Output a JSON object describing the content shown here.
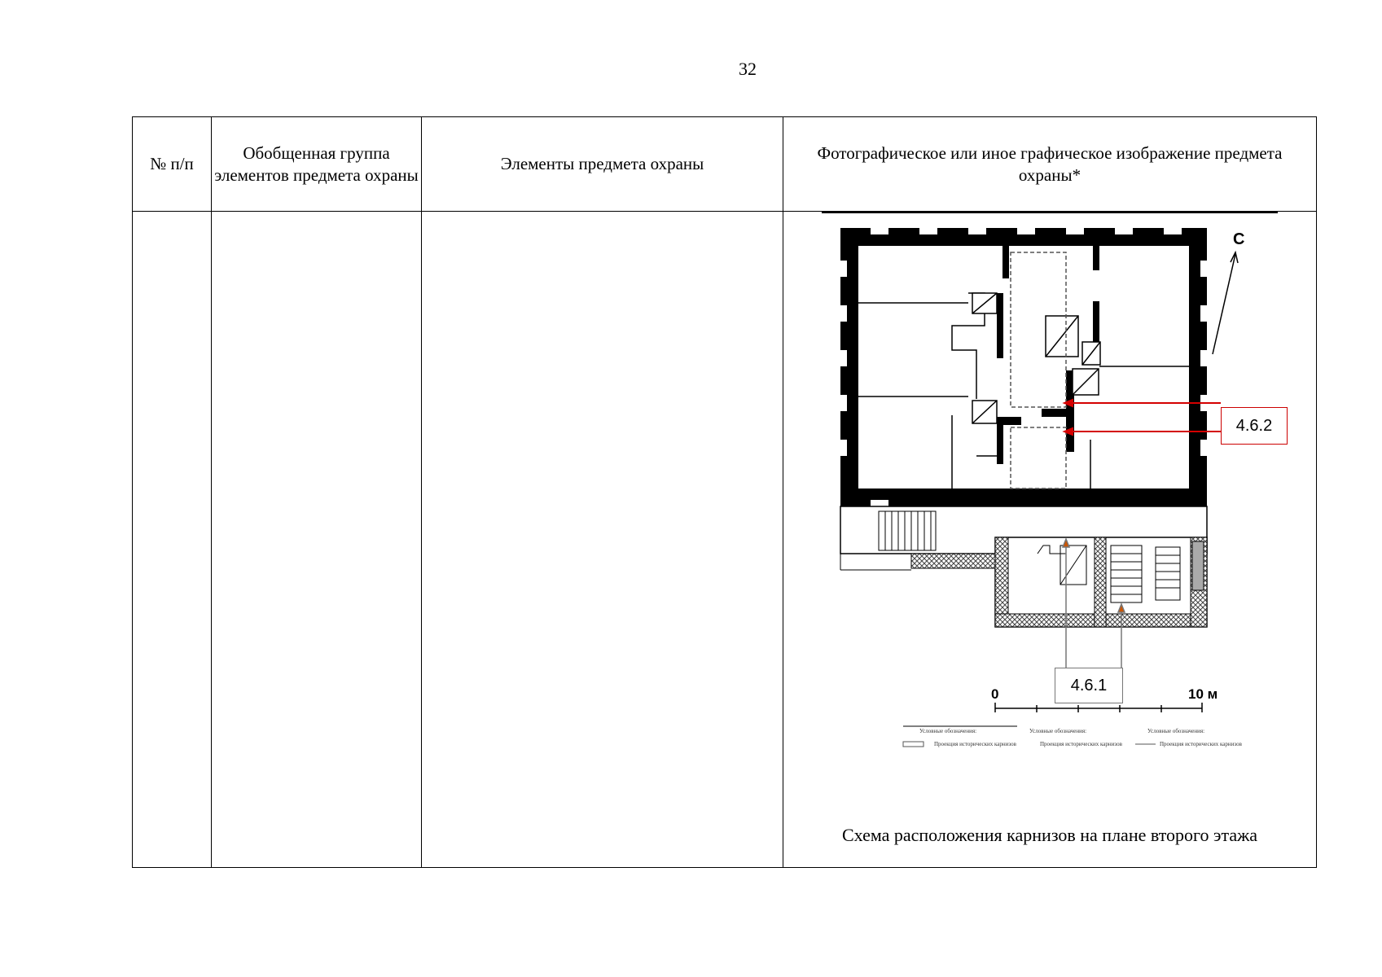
{
  "page_number": "32",
  "table": {
    "headers": {
      "col1": "№ п/п",
      "col2": "Обобщенная группа элементов предмета охраны",
      "col3": "Элементы предмета охраны",
      "col4": "Фотографическое или иное графическое изображение предмета охраны*"
    },
    "row": {
      "col1": "",
      "col2": "",
      "col3": ""
    }
  },
  "figure": {
    "north_label": "С",
    "scale_start": "0",
    "scale_end": "10 м",
    "callout_1": "4.6.2",
    "callout_2": "4.6.1",
    "legend": [
      "Условные обозначения:",
      "Условные обозначения:",
      "Условные обозначения:"
    ],
    "legend_sub": [
      "Проекция исторических карнизов",
      "Проекция исторических карнизов",
      "Проекция исторических карнизов"
    ],
    "caption": "Схема расположения карнизов на плане второго этажа",
    "colors": {
      "wall": "#000000",
      "callout_red": "#d40000",
      "callout_orange": "#cc5500",
      "hatch": "#555555"
    }
  }
}
